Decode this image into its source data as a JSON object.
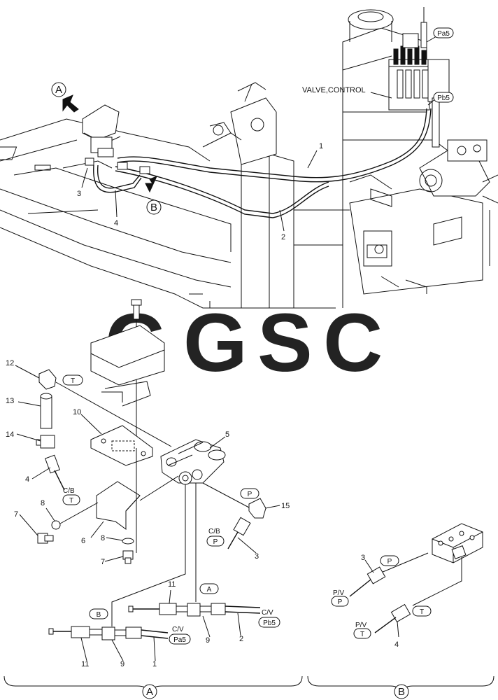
{
  "callouts": {
    "valve_control": "VALVE,CONTROL",
    "pa5_top": "Pa5",
    "pb5_top": "Pb5",
    "view_a": "A",
    "view_b": "B"
  },
  "top_numbers": {
    "n1": "1",
    "n2": "2",
    "n3": "3",
    "n4": "4"
  },
  "watermark": "CGSC",
  "watermark_colors": [
    "#5b9ee6",
    "#f08a84",
    "#f5d66a",
    "#6cc496"
  ],
  "parts": {
    "p12": "12",
    "p13": "13",
    "p14": "14",
    "p10": "10",
    "p5": "5",
    "p4": "4",
    "p8a": "8",
    "p7a": "7",
    "p6": "6",
    "p8b": "8",
    "p7b": "7",
    "p15": "15",
    "p3": "3",
    "p11a": "11",
    "p9a": "9",
    "p2": "2",
    "p11b": "11",
    "p9b": "9",
    "p1": "1",
    "p3b": "3",
    "p4b": "4"
  },
  "tags": {
    "t_top": "T",
    "cb": "C/B",
    "t_cb": "T",
    "p_right": "P",
    "cb_p": "C/B",
    "p_cb": "P",
    "a_tag": "A",
    "b_tag": "B",
    "cv1": "C/V",
    "pb5": "Pb5",
    "cv2": "C/V",
    "pa5": "Pa5",
    "p_b": "P",
    "pv1": "P/V",
    "pv1_p": "P",
    "t_b": "T",
    "pv2": "P/V",
    "pv2_t": "T"
  },
  "bottom": {
    "a": "A",
    "b": "B"
  }
}
